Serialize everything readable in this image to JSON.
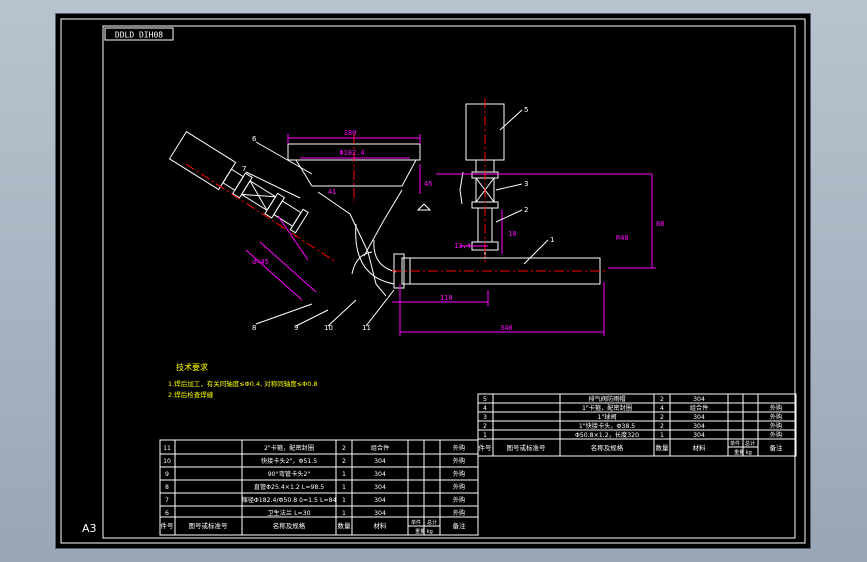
{
  "sheet": {
    "code": "DDLD DIH08",
    "size_mark": "A3"
  },
  "tech_requirements": {
    "title": "技术要求",
    "lines": [
      "1.焊后加工，有关同轴度≤Φ0.4, 对称同轴度≤Φ0.8",
      "2.焊后检查焊缝"
    ]
  },
  "callouts": [
    "1",
    "2",
    "3",
    "5",
    "6",
    "7",
    "8",
    "9",
    "10",
    "11"
  ],
  "dimensions": {
    "top_width": "180",
    "top_dia": "Φ182.4",
    "right_height": "88",
    "right_dia": "R48",
    "small_left": "13.4",
    "bottom_offset": "110",
    "bottom_total": "340",
    "angle_dim": "45",
    "side_small": "10",
    "misc_a": "41",
    "misc_b": "d=45"
  },
  "table_right": {
    "rows": [
      {
        "no": "5",
        "mat_code": "",
        "name": "排气阀防雨帽",
        "qty": "2",
        "material": "304",
        "note": ""
      },
      {
        "no": "4",
        "mat_code": "",
        "name": "1\"卡箍，配密封圈",
        "qty": "4",
        "material": "组合件",
        "note": "外购"
      },
      {
        "no": "3",
        "mat_code": "",
        "name": "1\"球阀",
        "qty": "2",
        "material": "304",
        "note": "外购"
      },
      {
        "no": "2",
        "mat_code": "",
        "name": "1\"快接卡头，Φ38.5",
        "qty": "2",
        "material": "304",
        "note": "外购"
      },
      {
        "no": "1",
        "mat_code": "",
        "name": "Φ50.8×1.2，长度320",
        "qty": "1",
        "material": "304",
        "note": "外购"
      }
    ],
    "header": {
      "no": "件号",
      "code": "图号或标准号",
      "name": "名称及规格",
      "qty": "数量",
      "material": "材料",
      "unit": "单件",
      "total": "总计",
      "weight": "重量 kg",
      "note": "备注"
    }
  },
  "table_left": {
    "rows": [
      {
        "no": "11",
        "name": "2\"卡箍，配密封圈",
        "qty": "2",
        "material": "组合件",
        "note": "外购"
      },
      {
        "no": "10",
        "name": "快接卡头2\"，Φ51.5",
        "qty": "2",
        "material": "304",
        "note": "外购"
      },
      {
        "no": "9",
        "name": "90°弯管卡头2\"",
        "qty": "1",
        "material": "304",
        "note": "外购"
      },
      {
        "no": "8",
        "name": "直管Φ25.4×1.2 L=98.5",
        "qty": "1",
        "material": "304",
        "note": "外购"
      },
      {
        "no": "7",
        "name": "缩径Φ182.4/Φ50.8 δ=1.5 L=84",
        "qty": "1",
        "material": "304",
        "note": "外购"
      },
      {
        "no": "6",
        "name": "卫生法兰 L=30",
        "qty": "1",
        "material": "304",
        "note": "外购"
      }
    ],
    "header": {
      "no": "件号",
      "code": "图号或标准号",
      "name": "名称及规格",
      "qty": "数量",
      "material": "材料",
      "unit": "单件",
      "total": "总计",
      "weight": "重量 kg",
      "note": "备注"
    }
  },
  "colors": {
    "background": "#000000",
    "frame": "#ffffff",
    "geometry": "#ffffff",
    "dimension": "#ff00ff",
    "centerline": "#ff0000",
    "text_yellow": "#ffff00",
    "window_chrome": "#a8b4c2"
  }
}
